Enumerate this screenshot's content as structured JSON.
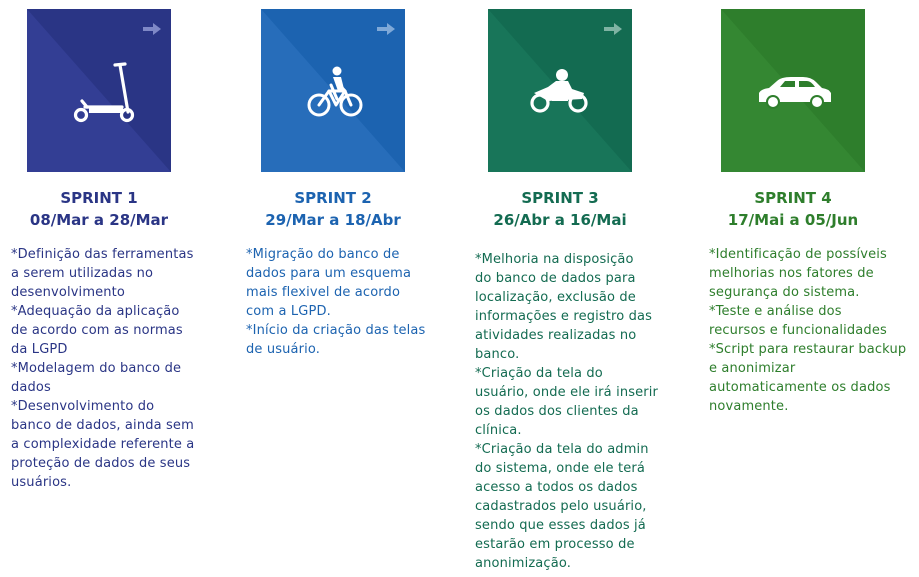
{
  "colors": {
    "sprint1": "#2a3585",
    "sprint2": "#1c63b0",
    "sprint3": "#136b51",
    "sprint4": "#2e7e2c"
  },
  "sprints": [
    {
      "title": "SPRINT 1",
      "dates": "08/Mar a 28/Mar",
      "icon": "scooter-icon",
      "text": "*Definição das ferramentas\na serem utilizadas no\ndesenvolvimento\n*Adequação da aplicação\nde acordo com as normas\nda LGPD\n*Modelagem do banco de\ndados\n*Desenvolvimento do\nbanco de dados, ainda sem\na complexidade referente a\nproteção de dados de seus\nusuários."
    },
    {
      "title": "SPRINT 2",
      "dates": "29/Mar a 18/Abr",
      "icon": "bicycle-icon",
      "text": "*Migração do banco de\ndados para um esquema\nmais flexivel de acordo\ncom a LGPD.\n*Início da criação das telas\nde usuário."
    },
    {
      "title": "SPRINT 3",
      "dates": "26/Abr a 16/Mai",
      "icon": "motorcycle-icon",
      "text": "*Melhoria na disposição\ndo banco de dados para\nlocalização, exclusão de\ninformações e registro das\natividades realizadas no\nbanco.\n*Criação da tela do\nusuário, onde ele irá inserir\nos dados dos clientes da\nclínica.\n*Criação da tela do admin\ndo sistema, onde ele terá\nacesso a todos os dados\ncadastrados pelo usuário,\nsendo que esses dados já\nestarão em processo de\nanonimização."
    },
    {
      "title": "SPRINT 4",
      "dates": "17/Mai a 05/Jun",
      "icon": "car-icon",
      "text": "*Identificação de possíveis\nmelhorias nos fatores de\nsegurança do sistema.\n*Teste e análise dos\nrecursos e funcionalidades\n*Script para restaurar backup\ne anonimizar\nautomaticamente os dados\nnovamente."
    }
  ]
}
